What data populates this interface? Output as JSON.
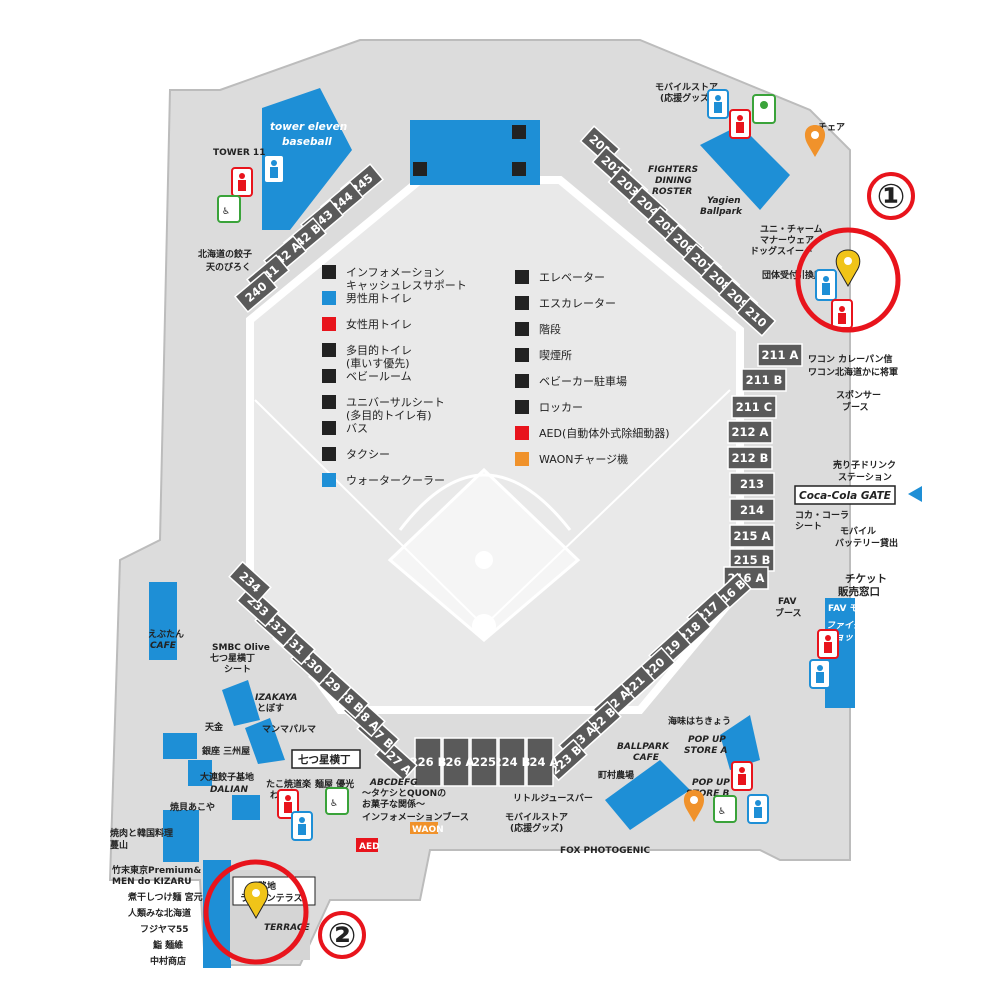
{
  "legend": [
    {
      "icon": "information-icon",
      "text": "インフォメーション",
      "text2": "キャッシュレスサポート"
    },
    {
      "icon": "mens-restroom-icon",
      "text": "男性用トイレ"
    },
    {
      "icon": "womens-restroom-icon",
      "text": "女性用トイレ"
    },
    {
      "icon": "accessible-restroom-icon",
      "text": "多目的トイレ",
      "text2": "(車いす優先)"
    },
    {
      "icon": "baby-room-icon",
      "text": "ベビールーム"
    },
    {
      "icon": "universal-seat-icon",
      "text": "ユニバーサルシート",
      "text2": "(多目的トイレ有)"
    },
    {
      "icon": "bus-icon",
      "text": "バス"
    },
    {
      "icon": "taxi-icon",
      "text": "タクシー"
    },
    {
      "icon": "water-cooler-icon",
      "text": "ウォータークーラー"
    },
    {
      "icon": "elevator-icon",
      "text": "エレベーター"
    },
    {
      "icon": "escalator-icon",
      "text": "エスカレーター"
    },
    {
      "icon": "stairs-icon",
      "text": "階段"
    },
    {
      "icon": "smoking-area-icon",
      "text": "喫煙所"
    },
    {
      "icon": "stroller-parking-icon",
      "text": "ベビーカー駐車場"
    },
    {
      "icon": "locker-icon",
      "text": "ロッカー"
    },
    {
      "icon": "aed-icon",
      "text": "AED(自動体外式除細動器)"
    },
    {
      "icon": "waon-icon",
      "text": "WAONチャージ機"
    }
  ],
  "sections": [
    "245",
    "244",
    "243",
    "242 B",
    "242 A",
    "241",
    "240",
    "201",
    "202",
    "203",
    "204",
    "205",
    "206",
    "207",
    "208",
    "209",
    "210",
    "211 A",
    "211 B",
    "211 C",
    "212 A",
    "212 B",
    "213",
    "214",
    "215 A",
    "215 B",
    "216 A",
    "216 B",
    "217",
    "218",
    "219",
    "220",
    "221",
    "222 A",
    "222 B",
    "223 A",
    "223 B",
    "224 A",
    "224 B",
    "225",
    "226 A",
    "226 B",
    "227 A",
    "227 B",
    "228 A",
    "228 B",
    "229",
    "230",
    "231",
    "232",
    "233",
    "234"
  ],
  "labels": {
    "tower_eleven": "tower eleven",
    "baseball": "baseball",
    "tower11": "TOWER 11",
    "gyoza1": "北海道の餃子",
    "gyoza2": "天のびろく",
    "mobile_store1": "モバイルストア",
    "mobile_store1b": "(応援グッズ)",
    "chair": "チェア",
    "fighters1": "FIGHTERS",
    "fighters2": "DINING",
    "fighters3": "ROSTER",
    "yagien1": "Yagien",
    "yagien2": "Ballpark",
    "unicharm1": "ユニ・チャーム",
    "unicharm2": "マナーウェア",
    "unicharm3": "ドッグスイート",
    "group": "団体受付",
    "exchange": "引換所",
    "waon_curry": "ワコン カレーパン信",
    "waon_hokkaido": "ワコン北海道かに将軍",
    "sponsor1": "スポンサー",
    "sponsor2": "ブース",
    "drink1": "売り子ドリンク",
    "drink2": "ステーション",
    "cocacola_gate": "Coca-Cola GATE",
    "cocacola_seat1": "コカ・コーラ",
    "cocacola_seat2": "シート",
    "battery1": "モバイル",
    "battery2": "バッテリー貸出",
    "ticket1": "チケット",
    "ticket2": "販売窓口",
    "fav_store": "FAV モバイルストア",
    "fighters_shop1": "ファイターズ",
    "fighters_shop2": "ショップス",
    "fav_booth1": "FAV",
    "fav_booth2": "ブース",
    "kaimi": "海味はちきょう",
    "popup_a1": "POP UP",
    "popup_a2": "STORE A",
    "ballpark_cafe1": "BALLPARK",
    "ballpark_cafe2": "CAFE",
    "machimura": "町村農場",
    "popup_b1": "POP UP",
    "popup_b2": "STORE B",
    "little_juice": "リトルジュースバー",
    "fox": "FOX PHOTOGENIC",
    "mobile_store2": "モバイルストア",
    "mobile_store2b": "(応援グッズ)",
    "info_booth": "インフォメーションブース",
    "abcdefg1": "ABCDEFG",
    "abcdefg2": "～タケシとQUONの",
    "abcdefg3": "お菓子な関係～",
    "tako1": "たこ焼道楽",
    "tako2": "わなか",
    "kama1": "麺屋 優光",
    "nanatsu": "七つ星横丁",
    "mamapa": "マンマパルマ",
    "izakaya1": "IZAKAYA",
    "izakaya2": "とぼす",
    "tenkin": "天金",
    "ginza": "銀座 三州屋",
    "dalian1": "大連餃子基地",
    "dalian2": "DALIAN",
    "yakikai": "焼貝あこや",
    "yakiniku1": "焼肉と韓国料理",
    "yakiniku2": "蔓山",
    "takesue1": "竹末東京Premium&",
    "takesue2": "MEN do KIZARU",
    "nibo": "煮干しつけ麺 宮元",
    "ninrui": "人類みな北海道",
    "fujiyama": "フジヤマ55",
    "sensoku": "鮨 麺維",
    "nakamura": "中村商店",
    "ebitan1": "えぶたん",
    "ebitan2": "CAFE",
    "smbc1": "SMBC Olive",
    "smbc2": "七つ星横丁",
    "smbc3": "シート",
    "roji1": "路地",
    "roji2": "ラーメンテラス",
    "terrace": "TERRACE",
    "aed": "AED",
    "waon": "WAON"
  },
  "markers": [
    {
      "id": "marker-1",
      "label": "①"
    },
    {
      "id": "marker-2",
      "label": "②"
    }
  ],
  "colors": {
    "concourse": "#dcdcdc",
    "stand": "#5a5a5a",
    "field": "#e6e6e6",
    "shop": "#1e8fd6",
    "highlight": "#e8141c",
    "pin": "#f0c419",
    "pin_orange": "#f0922b"
  }
}
